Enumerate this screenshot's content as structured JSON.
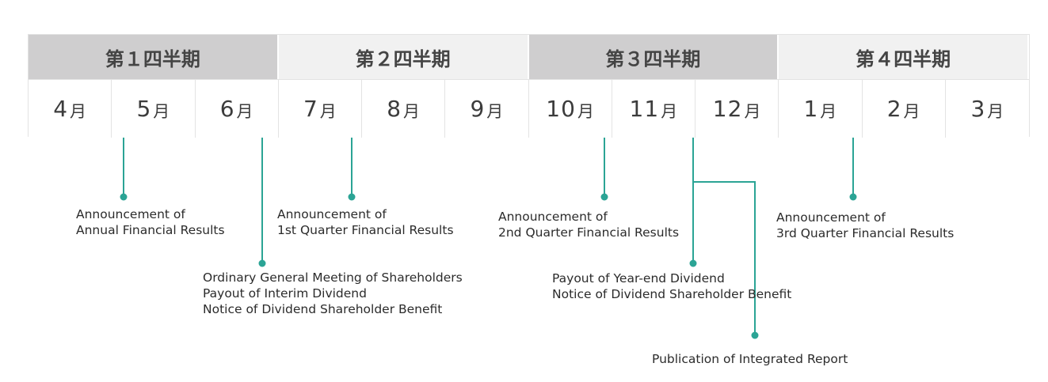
{
  "quarters": [
    {
      "label": "第１四半期",
      "shade": "dark"
    },
    {
      "label": "第２四半期",
      "shade": "light"
    },
    {
      "label": "第３四半期",
      "shade": "dark"
    },
    {
      "label": "第４四半期",
      "shade": "light"
    }
  ],
  "month_unit": "月",
  "months": [
    "4",
    "5",
    "6",
    "7",
    "8",
    "9",
    "10",
    "11",
    "12",
    "1",
    "2",
    "3"
  ],
  "events": [
    {
      "lines": [
        "Announcement of",
        "Annual Financial Results"
      ]
    },
    {
      "lines": [
        "Ordinary General Meeting of Shareholders",
        "Payout of Interim Dividend",
        "Notice of Dividend Shareholder Benefit"
      ]
    },
    {
      "lines": [
        "Announcement of",
        "1st Quarter Financial Results"
      ]
    },
    {
      "lines": [
        "Announcement of",
        "2nd Quarter Financial Results"
      ]
    },
    {
      "lines": [
        "Payout of Year-end Dividend",
        "Notice of Dividend Shareholder Benefit"
      ]
    },
    {
      "lines": [
        "Publication of Integrated Report"
      ]
    },
    {
      "lines": [
        "Announcement of",
        "3rd Quarter Financial Results"
      ]
    }
  ],
  "colors": {
    "accent": "#2ba495",
    "quarter_dark": "#cfcecf",
    "quarter_light": "#f1f1f1",
    "text": "#2b2b2b",
    "border": "#e3e3e3"
  }
}
